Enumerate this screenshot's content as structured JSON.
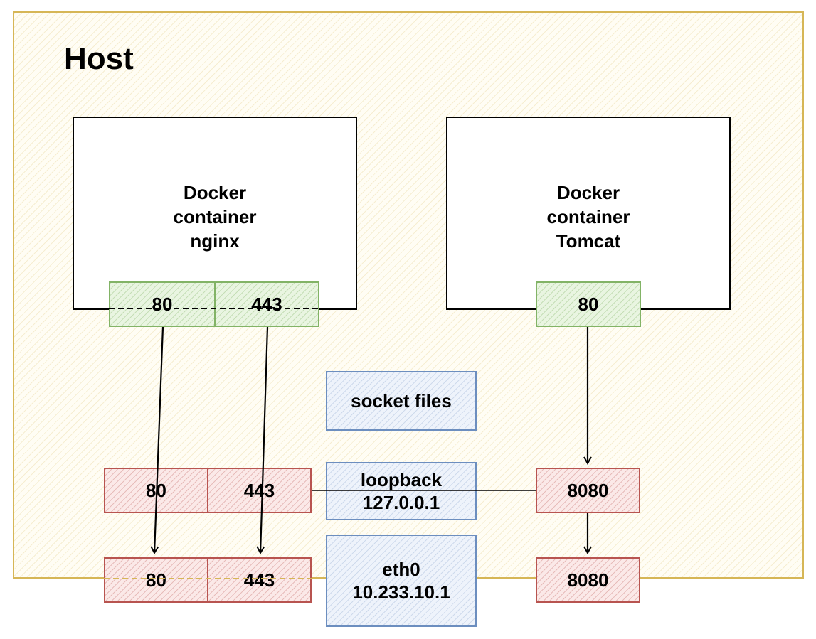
{
  "host": {
    "title": "Host"
  },
  "containers": [
    {
      "lines": [
        "Docker",
        "container",
        "nginx"
      ],
      "ports": [
        "80",
        "443"
      ]
    },
    {
      "lines": [
        "Docker",
        "container",
        "Tomcat"
      ],
      "ports": [
        "80"
      ]
    }
  ],
  "interfaces": {
    "socket": {
      "label": "socket files"
    },
    "loopback": {
      "name": "loopback",
      "address": "127.0.0.1",
      "ports_left": [
        "80",
        "443"
      ],
      "port_right": "8080"
    },
    "eth0": {
      "name": "eth0",
      "address": "10.233.10.1",
      "ports_left": [
        "80",
        "443"
      ],
      "port_right": "8080"
    }
  },
  "colors": {
    "host_border": "#d6b656",
    "container_port": "#82b366",
    "host_port": "#b85450",
    "interface": "#6c8ebf"
  }
}
